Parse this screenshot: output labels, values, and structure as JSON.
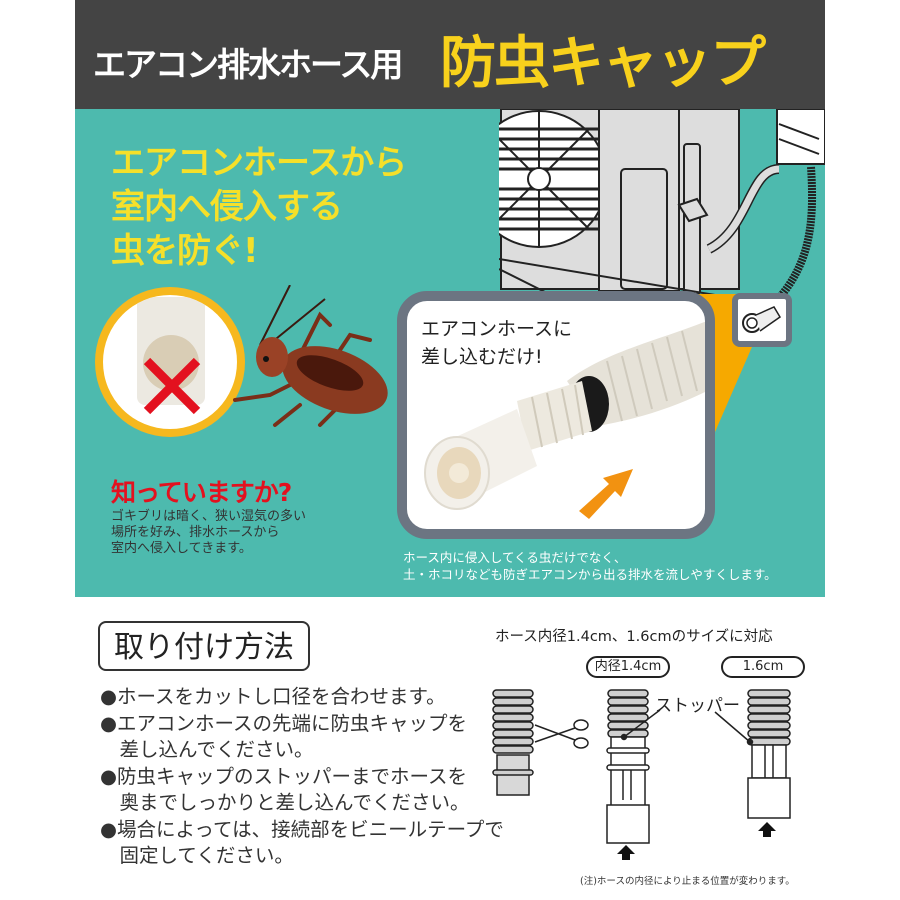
{
  "header": {
    "subtitle": "エアコン排水ホース用",
    "title": "防虫キャップ"
  },
  "hero": {
    "headline": [
      "エアコンホースから",
      "室内へ侵入する",
      "虫を防ぐ!"
    ],
    "know_heading": "知っていますか?",
    "know_text": [
      "ゴキブリは暗く、狭い湿気の多い",
      "場所を好み、排水ホースから",
      "室内へ侵入してきます。"
    ],
    "photo_caption": [
      "エアコンホースに",
      "差し込むだけ!"
    ],
    "bottom_note": [
      "ホース内に侵入してくる虫だけでなく、",
      "土・ホコリなども防ぎエアコンから出る排水を流しやすくします。"
    ],
    "icons": [
      "air-conditioner-illustration",
      "cockroach-illustration",
      "red-x-icon",
      "insert-arrow-icon",
      "hose-thumbnail-icon"
    ]
  },
  "install": {
    "title": "取り付け方法",
    "steps": [
      "●ホースをカットし口径を合わせます。",
      "●エアコンホースの先端に防虫キャップを",
      "　差し込んでください。",
      "●防虫キャップのストッパーまでホースを",
      "　奥までしっかりと差し込んでください。",
      "●場合によっては、接続部をビニールテープで",
      "　固定してください。"
    ],
    "sizes_title": "ホース内径1.4cm、1.6cmのサイズに対応",
    "size_labels": [
      "内径1.4cm",
      "1.6cm"
    ],
    "stopper_label": "ストッパー",
    "footnote": "(注)ホースの内径により止まる位置が変わります。"
  },
  "colors": {
    "header_bg": "#444444",
    "title_yellow": "#f8d11c",
    "teal": "#4dbaae",
    "headline_yellow": "#f5e02a",
    "red": "#e3111f",
    "orange": "#f6a900",
    "frame_gray": "#6c7582"
  }
}
